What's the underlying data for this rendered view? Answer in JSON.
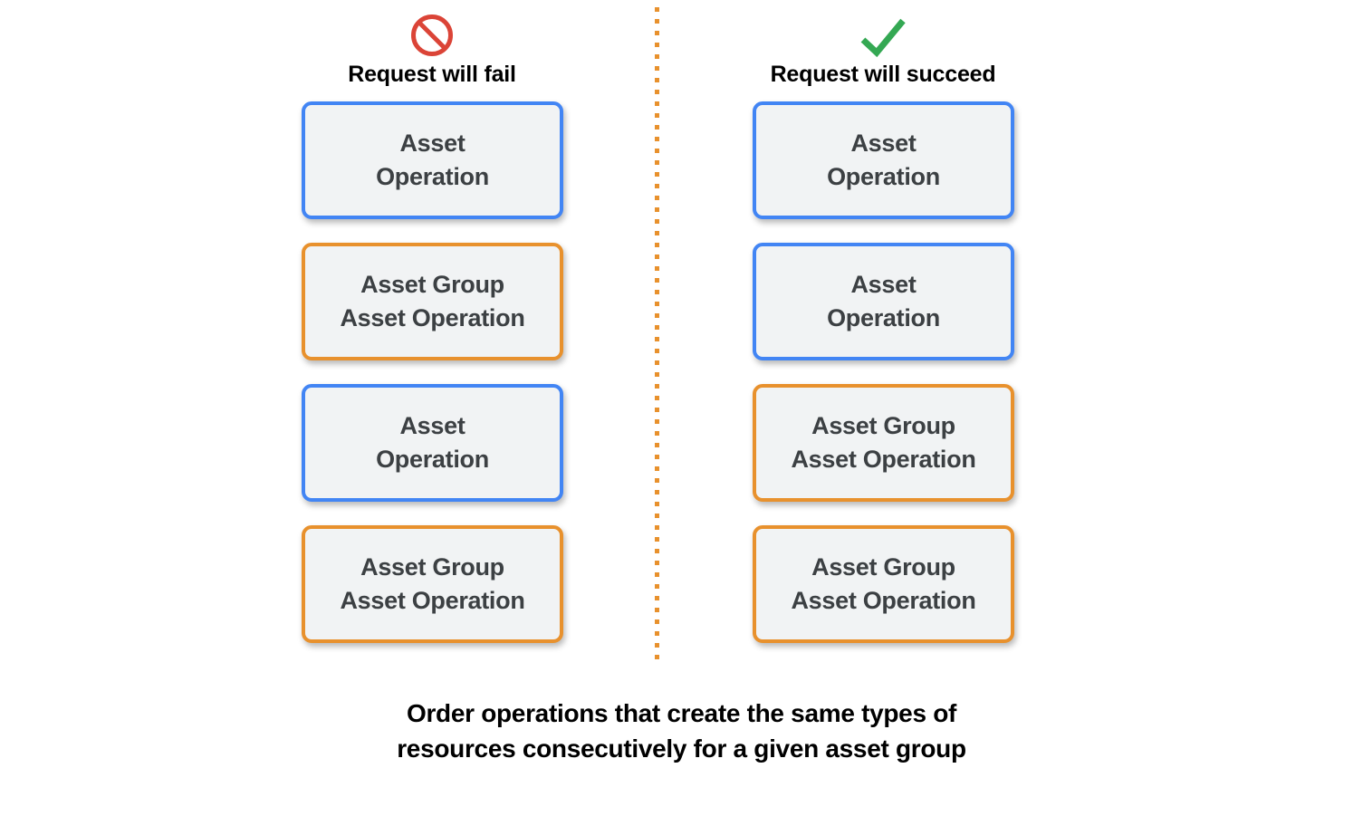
{
  "columns": [
    {
      "name": "fail",
      "icon": "prohibited-icon",
      "icon_color": "#db4437",
      "header_label": "Request will fail",
      "cards": [
        {
          "type": "asset-operation",
          "border_color": "#4285f4",
          "line1": "Asset",
          "line2": "Operation"
        },
        {
          "type": "asset-group-asset-operation",
          "border_color": "#e8912d",
          "line1": "Asset Group",
          "line2": "Asset Operation"
        },
        {
          "type": "asset-operation",
          "border_color": "#4285f4",
          "line1": "Asset",
          "line2": "Operation"
        },
        {
          "type": "asset-group-asset-operation",
          "border_color": "#e8912d",
          "line1": "Asset Group",
          "line2": "Asset Operation"
        }
      ]
    },
    {
      "name": "succeed",
      "icon": "check-icon",
      "icon_color": "#34a853",
      "header_label": "Request will succeed",
      "cards": [
        {
          "type": "asset-operation",
          "border_color": "#4285f4",
          "line1": "Asset",
          "line2": "Operation"
        },
        {
          "type": "asset-operation",
          "border_color": "#4285f4",
          "line1": "Asset",
          "line2": "Operation"
        },
        {
          "type": "asset-group-asset-operation",
          "border_color": "#e8912d",
          "line1": "Asset Group",
          "line2": "Asset Operation"
        },
        {
          "type": "asset-group-asset-operation",
          "border_color": "#e8912d",
          "line1": "Asset Group",
          "line2": "Asset Operation"
        }
      ]
    }
  ],
  "caption": {
    "line1": "Order operations that create the same types of",
    "line2": "resources consecutively for a given asset group"
  },
  "colors": {
    "card_fill": "#f1f3f4",
    "card_text": "#3c4043",
    "blue_border": "#4285f4",
    "orange_border": "#e8912d",
    "divider": "#e8912d",
    "background": "#ffffff"
  }
}
